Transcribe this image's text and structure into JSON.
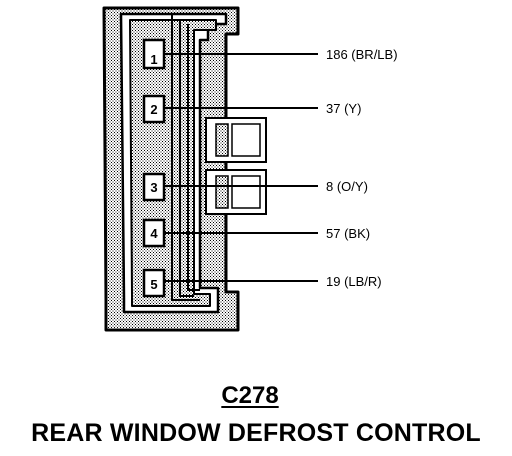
{
  "connector": {
    "code": "C278",
    "name": "REAR WINDOW DEFROST CONTROL"
  },
  "pins": [
    {
      "number": "1",
      "circuit": "186 (BR/LB)"
    },
    {
      "number": "2",
      "circuit": "37 (Y)"
    },
    {
      "number": "3",
      "circuit": "8 (O/Y)"
    },
    {
      "number": "4",
      "circuit": "57 (BK)"
    },
    {
      "number": "5",
      "circuit": "19 (LB/R)"
    }
  ],
  "colors": {
    "ink": "#000000",
    "fill": "#c8c8c8",
    "paper": "#ffffff"
  }
}
